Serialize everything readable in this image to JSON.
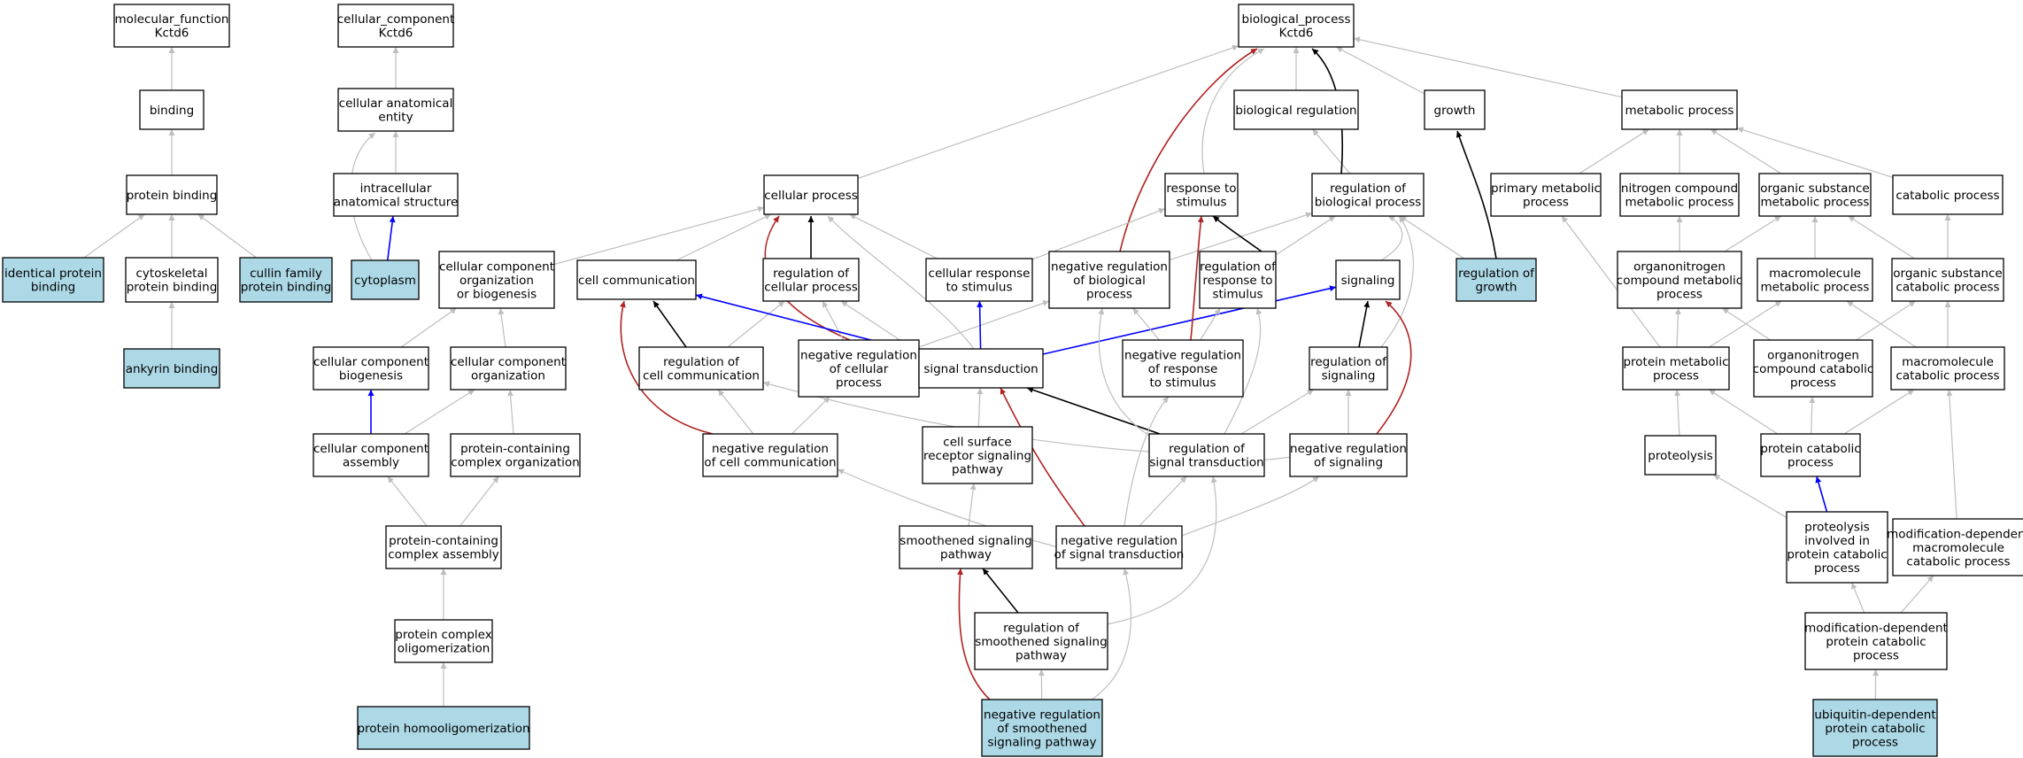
{
  "colors": {
    "default_fill": "#ffffff",
    "highlight_fill": "#add8e6",
    "is_a": "#bebebe",
    "part_of": "#0000ff",
    "regulates": "#000000",
    "negatively_regulates": "#b22222"
  },
  "nodes": [
    {
      "id": "mf",
      "lines": [
        "molecular_function",
        "Kctd6"
      ],
      "hl": false
    },
    {
      "id": "binding",
      "lines": [
        "binding"
      ],
      "hl": false
    },
    {
      "id": "pb",
      "lines": [
        "protein binding"
      ],
      "hl": false
    },
    {
      "id": "ipb",
      "lines": [
        "identical protein",
        "binding"
      ],
      "hl": true
    },
    {
      "id": "cytopb",
      "lines": [
        "cytoskeletal",
        "protein binding"
      ],
      "hl": false
    },
    {
      "id": "cullin",
      "lines": [
        "cullin family",
        "protein binding"
      ],
      "hl": true
    },
    {
      "id": "ankyrin",
      "lines": [
        "ankyrin binding"
      ],
      "hl": true
    },
    {
      "id": "cc",
      "lines": [
        "cellular_component",
        "Kctd6"
      ],
      "hl": false
    },
    {
      "id": "cae",
      "lines": [
        "cellular anatomical",
        "entity"
      ],
      "hl": false
    },
    {
      "id": "ias",
      "lines": [
        "intracellular",
        "anatomical structure"
      ],
      "hl": false
    },
    {
      "id": "cytoplasm",
      "lines": [
        "cytoplasm"
      ],
      "hl": true
    },
    {
      "id": "ccob",
      "lines": [
        "cellular component",
        "organization",
        "or biogenesis"
      ],
      "hl": false
    },
    {
      "id": "ccb",
      "lines": [
        "cellular component",
        "biogenesis"
      ],
      "hl": false
    },
    {
      "id": "cco",
      "lines": [
        "cellular component",
        "organization"
      ],
      "hl": false
    },
    {
      "id": "cca",
      "lines": [
        "cellular component",
        "assembly"
      ],
      "hl": false
    },
    {
      "id": "pcco",
      "lines": [
        "protein-containing",
        "complex organization"
      ],
      "hl": false
    },
    {
      "id": "pcca",
      "lines": [
        "protein-containing",
        "complex assembly"
      ],
      "hl": false
    },
    {
      "id": "pco",
      "lines": [
        "protein complex",
        "oligomerization"
      ],
      "hl": false
    },
    {
      "id": "phomo",
      "lines": [
        "protein homooligomerization"
      ],
      "hl": true
    },
    {
      "id": "bp",
      "lines": [
        "biological_process",
        "Kctd6"
      ],
      "hl": false
    },
    {
      "id": "cellproc",
      "lines": [
        "cellular process"
      ],
      "hl": false
    },
    {
      "id": "biolreg",
      "lines": [
        "biological regulation"
      ],
      "hl": false
    },
    {
      "id": "growth",
      "lines": [
        "growth"
      ],
      "hl": false
    },
    {
      "id": "metproc",
      "lines": [
        "metabolic process"
      ],
      "hl": false
    },
    {
      "id": "resp",
      "lines": [
        "response to",
        "stimulus"
      ],
      "hl": false
    },
    {
      "id": "regbp",
      "lines": [
        "regulation of",
        "biological process"
      ],
      "hl": false
    },
    {
      "id": "cellcomm",
      "lines": [
        "cell communication"
      ],
      "hl": false
    },
    {
      "id": "regcp",
      "lines": [
        "regulation of",
        "cellular process"
      ],
      "hl": false
    },
    {
      "id": "cresp",
      "lines": [
        "cellular response",
        "to stimulus"
      ],
      "hl": false
    },
    {
      "id": "negrbp",
      "lines": [
        "negative regulation",
        "of biological",
        "process"
      ],
      "hl": false
    },
    {
      "id": "regresp",
      "lines": [
        "regulation of",
        "response to",
        "stimulus"
      ],
      "hl": false
    },
    {
      "id": "signaling",
      "lines": [
        "signaling"
      ],
      "hl": false
    },
    {
      "id": "reggrowth",
      "lines": [
        "regulation of",
        "growth"
      ],
      "hl": true
    },
    {
      "id": "regcc",
      "lines": [
        "regulation of",
        "cell communication"
      ],
      "hl": false
    },
    {
      "id": "negrcp",
      "lines": [
        "negative regulation",
        "of cellular",
        "process"
      ],
      "hl": false
    },
    {
      "id": "st",
      "lines": [
        "signal transduction"
      ],
      "hl": false
    },
    {
      "id": "negrresp",
      "lines": [
        "negative regulation",
        "of response",
        "to stimulus"
      ],
      "hl": false
    },
    {
      "id": "regsig",
      "lines": [
        "regulation of",
        "signaling"
      ],
      "hl": false
    },
    {
      "id": "negrcc",
      "lines": [
        "negative regulation",
        "of cell communication"
      ],
      "hl": false
    },
    {
      "id": "csr",
      "lines": [
        "cell surface",
        "receptor signaling",
        "pathway"
      ],
      "hl": false
    },
    {
      "id": "regst",
      "lines": [
        "regulation of",
        "signal transduction"
      ],
      "hl": false
    },
    {
      "id": "negrsig",
      "lines": [
        "negative regulation",
        "of signaling"
      ],
      "hl": false
    },
    {
      "id": "smo",
      "lines": [
        "smoothened signaling",
        "pathway"
      ],
      "hl": false
    },
    {
      "id": "negrst",
      "lines": [
        "negative regulation",
        "of signal transduction"
      ],
      "hl": false
    },
    {
      "id": "regsmo",
      "lines": [
        "regulation of",
        "smoothened signaling",
        "pathway"
      ],
      "hl": false
    },
    {
      "id": "negrsmo",
      "lines": [
        "negative regulation",
        "of smoothened",
        "signaling pathway"
      ],
      "hl": true
    },
    {
      "id": "primet",
      "lines": [
        "primary metabolic",
        "process"
      ],
      "hl": false
    },
    {
      "id": "nitro",
      "lines": [
        "nitrogen compound",
        "metabolic process"
      ],
      "hl": false
    },
    {
      "id": "orgsub",
      "lines": [
        "organic substance",
        "metabolic process"
      ],
      "hl": false
    },
    {
      "id": "catab",
      "lines": [
        "catabolic process"
      ],
      "hl": false
    },
    {
      "id": "orgnitro",
      "lines": [
        "organonitrogen",
        "compound metabolic",
        "process"
      ],
      "hl": false
    },
    {
      "id": "macro",
      "lines": [
        "macromolecule",
        "metabolic process"
      ],
      "hl": false
    },
    {
      "id": "orgsubcat",
      "lines": [
        "organic substance",
        "catabolic process"
      ],
      "hl": false
    },
    {
      "id": "protmet",
      "lines": [
        "protein metabolic",
        "process"
      ],
      "hl": false
    },
    {
      "id": "orgnitrocat",
      "lines": [
        "organonitrogen",
        "compound catabolic",
        "process"
      ],
      "hl": false
    },
    {
      "id": "macrocat",
      "lines": [
        "macromolecule",
        "catabolic process"
      ],
      "hl": false
    },
    {
      "id": "proteolysis",
      "lines": [
        "proteolysis"
      ],
      "hl": false
    },
    {
      "id": "protcat",
      "lines": [
        "protein catabolic",
        "process"
      ],
      "hl": false
    },
    {
      "id": "proteolcat",
      "lines": [
        "proteolysis",
        "involved in",
        "protein catabolic",
        "process"
      ],
      "hl": false
    },
    {
      "id": "moddepmacro",
      "lines": [
        "modification-dependent",
        "macromolecule",
        "catabolic process"
      ],
      "hl": false
    },
    {
      "id": "moddepprot",
      "lines": [
        "modification-dependent",
        "protein catabolic",
        "process"
      ],
      "hl": false
    },
    {
      "id": "ubiq",
      "lines": [
        "ubiquitin-dependent",
        "protein catabolic",
        "process"
      ],
      "hl": true
    }
  ],
  "edges": [
    {
      "from": "binding",
      "to": "mf",
      "type": "is_a"
    },
    {
      "from": "pb",
      "to": "binding",
      "type": "is_a"
    },
    {
      "from": "ipb",
      "to": "pb",
      "type": "is_a"
    },
    {
      "from": "cytopb",
      "to": "pb",
      "type": "is_a"
    },
    {
      "from": "cullin",
      "to": "pb",
      "type": "is_a"
    },
    {
      "from": "ankyrin",
      "to": "cytopb",
      "type": "is_a"
    },
    {
      "from": "cae",
      "to": "cc",
      "type": "is_a"
    },
    {
      "from": "ias",
      "to": "cae",
      "type": "is_a"
    },
    {
      "from": "cytoplasm",
      "to": "cae",
      "type": "is_a"
    },
    {
      "from": "cytoplasm",
      "to": "ias",
      "type": "part_of"
    },
    {
      "from": "ccob",
      "to": "cellproc",
      "type": "is_a"
    },
    {
      "from": "ccb",
      "to": "ccob",
      "type": "is_a"
    },
    {
      "from": "cco",
      "to": "ccob",
      "type": "is_a"
    },
    {
      "from": "cca",
      "to": "ccb",
      "type": "part_of"
    },
    {
      "from": "cca",
      "to": "cco",
      "type": "is_a"
    },
    {
      "from": "pcco",
      "to": "cco",
      "type": "is_a"
    },
    {
      "from": "pcca",
      "to": "cca",
      "type": "is_a"
    },
    {
      "from": "pcca",
      "to": "pcco",
      "type": "is_a"
    },
    {
      "from": "pco",
      "to": "pcca",
      "type": "is_a"
    },
    {
      "from": "phomo",
      "to": "pco",
      "type": "is_a"
    },
    {
      "from": "cellproc",
      "to": "bp",
      "type": "is_a"
    },
    {
      "from": "biolreg",
      "to": "bp",
      "type": "is_a"
    },
    {
      "from": "growth",
      "to": "bp",
      "type": "is_a"
    },
    {
      "from": "metproc",
      "to": "bp",
      "type": "is_a"
    },
    {
      "from": "resp",
      "to": "bp",
      "type": "is_a"
    },
    {
      "from": "regbp",
      "to": "biolreg",
      "type": "is_a"
    },
    {
      "from": "regbp",
      "to": "bp",
      "type": "regulates"
    },
    {
      "from": "negrbp",
      "to": "bp",
      "type": "negatively_regulates"
    },
    {
      "from": "reggrowth",
      "to": "growth",
      "type": "regulates"
    },
    {
      "from": "reggrowth",
      "to": "regbp",
      "type": "is_a"
    },
    {
      "from": "cellcomm",
      "to": "cellproc",
      "type": "is_a"
    },
    {
      "from": "regcp",
      "to": "cellproc",
      "type": "regulates"
    },
    {
      "from": "cresp",
      "to": "cellproc",
      "type": "is_a"
    },
    {
      "from": "cresp",
      "to": "resp",
      "type": "is_a"
    },
    {
      "from": "negrbp",
      "to": "regbp",
      "type": "is_a"
    },
    {
      "from": "regresp",
      "to": "resp",
      "type": "regulates"
    },
    {
      "from": "regresp",
      "to": "regbp",
      "type": "is_a"
    },
    {
      "from": "signaling",
      "to": "regbp",
      "type": "is_a"
    },
    {
      "from": "regcc",
      "to": "cellcomm",
      "type": "regulates"
    },
    {
      "from": "regcc",
      "to": "regcp",
      "type": "is_a"
    },
    {
      "from": "negrcp",
      "to": "cellproc",
      "type": "negatively_regulates"
    },
    {
      "from": "negrcp",
      "to": "regcp",
      "type": "is_a"
    },
    {
      "from": "negrcp",
      "to": "negrbp",
      "type": "is_a"
    },
    {
      "from": "st",
      "to": "cellcomm",
      "type": "part_of"
    },
    {
      "from": "st",
      "to": "cresp",
      "type": "part_of"
    },
    {
      "from": "st",
      "to": "signaling",
      "type": "part_of"
    },
    {
      "from": "st",
      "to": "regcp",
      "type": "is_a"
    },
    {
      "from": "st",
      "to": "cellproc",
      "type": "is_a"
    },
    {
      "from": "negrresp",
      "to": "resp",
      "type": "negatively_regulates"
    },
    {
      "from": "negrresp",
      "to": "regresp",
      "type": "is_a"
    },
    {
      "from": "negrresp",
      "to": "negrbp",
      "type": "is_a"
    },
    {
      "from": "regsig",
      "to": "signaling",
      "type": "regulates"
    },
    {
      "from": "regsig",
      "to": "regbp",
      "type": "is_a"
    },
    {
      "from": "negrcc",
      "to": "cellcomm",
      "type": "negatively_regulates"
    },
    {
      "from": "negrcc",
      "to": "regcc",
      "type": "is_a"
    },
    {
      "from": "negrcc",
      "to": "negrcp",
      "type": "is_a"
    },
    {
      "from": "csr",
      "to": "st",
      "type": "is_a"
    },
    {
      "from": "regst",
      "to": "st",
      "type": "regulates"
    },
    {
      "from": "regst",
      "to": "regsig",
      "type": "is_a"
    },
    {
      "from": "regst",
      "to": "regcc",
      "type": "is_a"
    },
    {
      "from": "regst",
      "to": "regresp",
      "type": "is_a"
    },
    {
      "from": "negrsig",
      "to": "signaling",
      "type": "negatively_regulates"
    },
    {
      "from": "negrsig",
      "to": "regsig",
      "type": "is_a"
    },
    {
      "from": "negrsig",
      "to": "negrbp",
      "type": "is_a"
    },
    {
      "from": "smo",
      "to": "csr",
      "type": "is_a"
    },
    {
      "from": "negrst",
      "to": "st",
      "type": "negatively_regulates"
    },
    {
      "from": "negrst",
      "to": "regst",
      "type": "is_a"
    },
    {
      "from": "negrst",
      "to": "negrsig",
      "type": "is_a"
    },
    {
      "from": "negrst",
      "to": "negrcc",
      "type": "is_a"
    },
    {
      "from": "negrst",
      "to": "negrresp",
      "type": "is_a"
    },
    {
      "from": "regsmo",
      "to": "smo",
      "type": "regulates"
    },
    {
      "from": "regsmo",
      "to": "regst",
      "type": "is_a"
    },
    {
      "from": "negrsmo",
      "to": "smo",
      "type": "negatively_regulates"
    },
    {
      "from": "negrsmo",
      "to": "regsmo",
      "type": "is_a"
    },
    {
      "from": "negrsmo",
      "to": "negrst",
      "type": "is_a"
    },
    {
      "from": "primet",
      "to": "metproc",
      "type": "is_a"
    },
    {
      "from": "nitro",
      "to": "metproc",
      "type": "is_a"
    },
    {
      "from": "orgsub",
      "to": "metproc",
      "type": "is_a"
    },
    {
      "from": "catab",
      "to": "metproc",
      "type": "is_a"
    },
    {
      "from": "orgnitro",
      "to": "nitro",
      "type": "is_a"
    },
    {
      "from": "orgnitro",
      "to": "orgsub",
      "type": "is_a"
    },
    {
      "from": "macro",
      "to": "orgsub",
      "type": "is_a"
    },
    {
      "from": "orgsubcat",
      "to": "orgsub",
      "type": "is_a"
    },
    {
      "from": "orgsubcat",
      "to": "catab",
      "type": "is_a"
    },
    {
      "from": "protmet",
      "to": "primet",
      "type": "is_a"
    },
    {
      "from": "protmet",
      "to": "orgnitro",
      "type": "is_a"
    },
    {
      "from": "protmet",
      "to": "macro",
      "type": "is_a"
    },
    {
      "from": "orgnitrocat",
      "to": "orgnitro",
      "type": "is_a"
    },
    {
      "from": "orgnitrocat",
      "to": "orgsubcat",
      "type": "is_a"
    },
    {
      "from": "macrocat",
      "to": "macro",
      "type": "is_a"
    },
    {
      "from": "macrocat",
      "to": "orgsubcat",
      "type": "is_a"
    },
    {
      "from": "proteolysis",
      "to": "protmet",
      "type": "is_a"
    },
    {
      "from": "protcat",
      "to": "protmet",
      "type": "is_a"
    },
    {
      "from": "protcat",
      "to": "orgnitrocat",
      "type": "is_a"
    },
    {
      "from": "protcat",
      "to": "macrocat",
      "type": "is_a"
    },
    {
      "from": "proteolcat",
      "to": "proteolysis",
      "type": "is_a"
    },
    {
      "from": "proteolcat",
      "to": "protcat",
      "type": "part_of"
    },
    {
      "from": "moddepmacro",
      "to": "macrocat",
      "type": "is_a"
    },
    {
      "from": "moddepprot",
      "to": "proteolcat",
      "type": "is_a"
    },
    {
      "from": "moddepprot",
      "to": "moddepmacro",
      "type": "is_a"
    },
    {
      "from": "ubiq",
      "to": "moddepprot",
      "type": "is_a"
    }
  ]
}
